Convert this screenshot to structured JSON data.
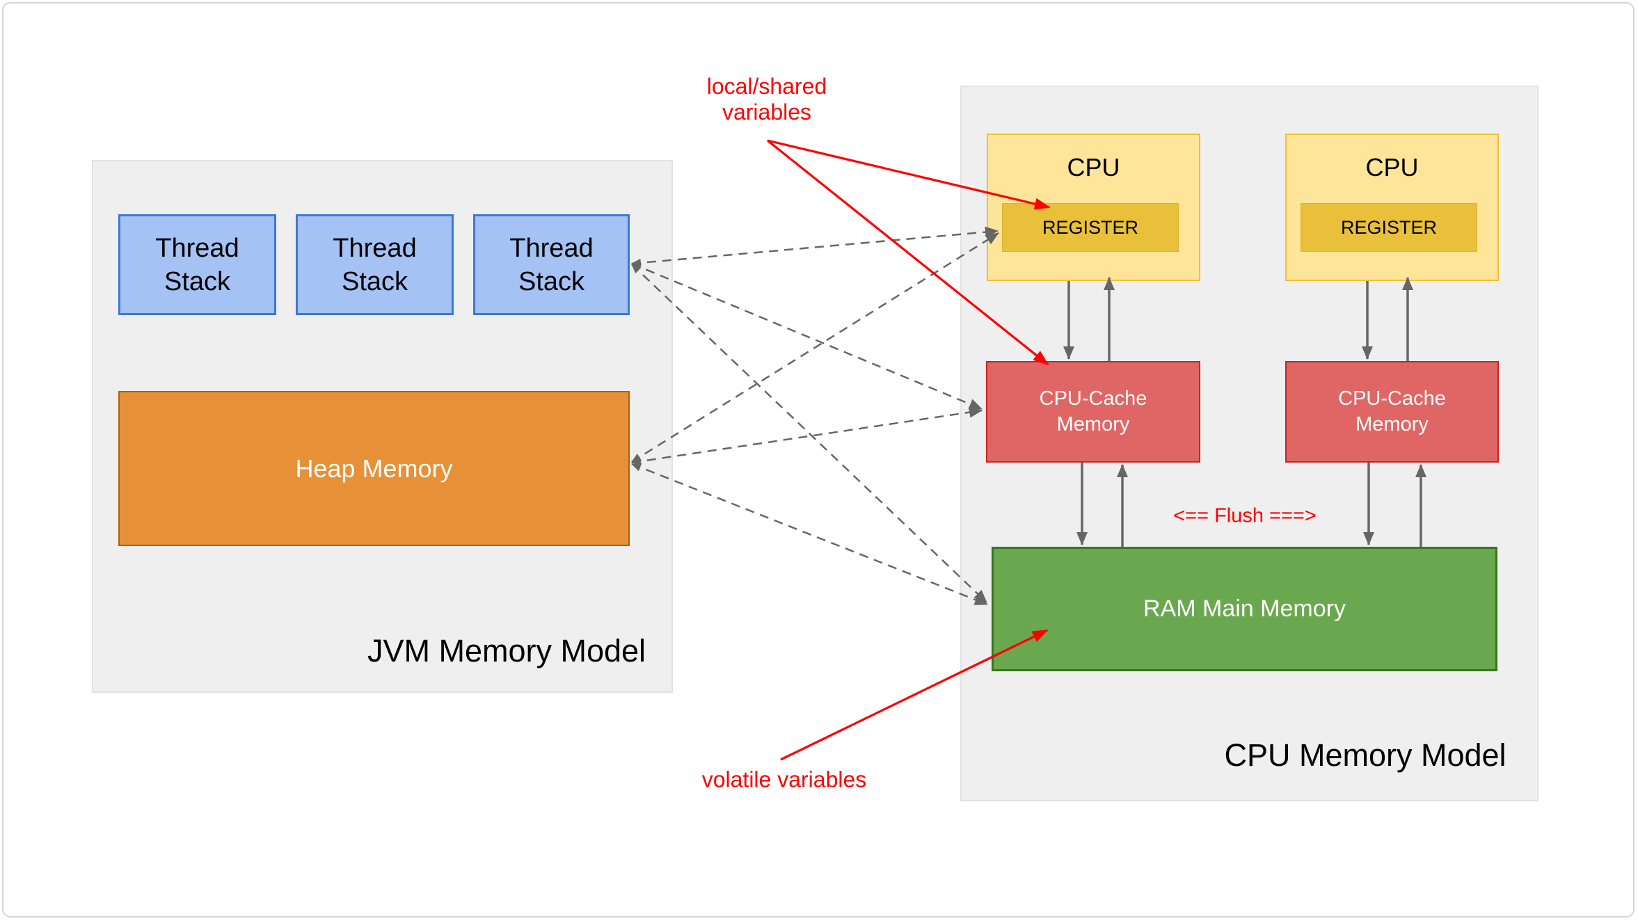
{
  "jvm_panel": {
    "title": "JVM Memory Model",
    "thread_stack": {
      "line1": "Thread",
      "line2": "Stack"
    },
    "heap_label": "Heap Memory"
  },
  "cpu_panel": {
    "title": "CPU Memory Model",
    "cpu_label": "CPU",
    "register_label": "REGISTER",
    "cache": {
      "line1": "CPU-Cache",
      "line2": "Memory"
    },
    "ram_label": "RAM Main Memory",
    "flush_label": "<== Flush ===>"
  },
  "annotations": {
    "local_shared": {
      "line1": "local/shared",
      "line2": "variables"
    },
    "volatile_label": "volatile variables"
  },
  "colors": {
    "panel_bg": "#efefef",
    "thread_stack_fill": "#a4c2f4",
    "thread_stack_border": "#3c78d8",
    "heap_fill": "#e69138",
    "heap_border": "#b45f06",
    "cpu_fill": "#ffe599",
    "cpu_border": "#f1c232",
    "register_fill": "#e9c03a",
    "cache_fill": "#e06666",
    "cache_border": "#cc2222",
    "ram_fill": "#6aa84f",
    "ram_border": "#38761d",
    "annotation_red": "#ff0000",
    "arrow_gray": "#666666"
  }
}
